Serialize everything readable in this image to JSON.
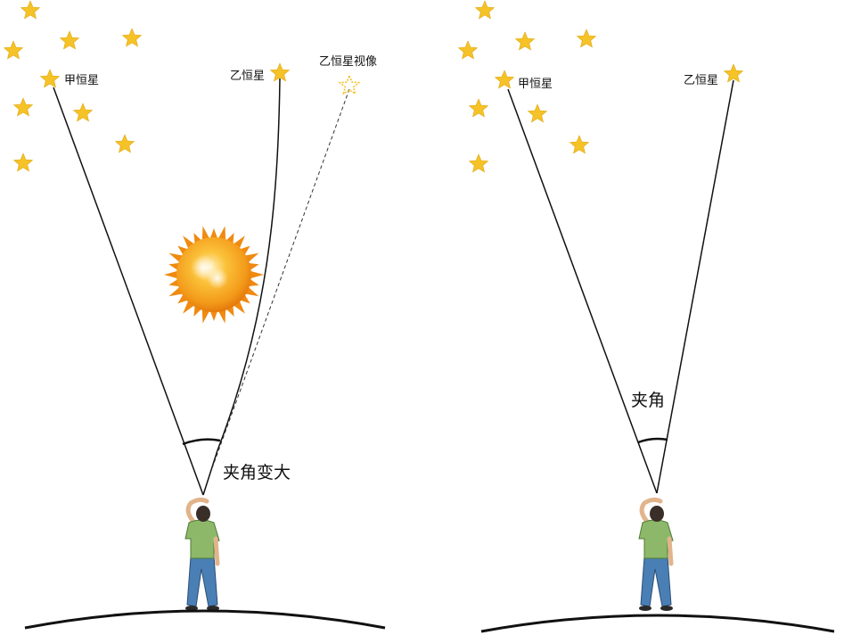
{
  "left_panel": {
    "star_a_label": "甲恒星",
    "star_b_label": "乙恒星",
    "star_b_image_label": "乙恒星视像",
    "angle_label": "夹角变大"
  },
  "right_panel": {
    "star_a_label": "甲恒星",
    "star_b_label": "乙恒星",
    "angle_label": "夹角"
  },
  "colors": {
    "star": "#F5C228",
    "star_stroke": "#E0A812",
    "sun_outer": "#F08A10",
    "sun_inner": "#FBC23A",
    "line": "#111111",
    "shirt": "#8DB86A",
    "jeans": "#4A7FB5",
    "skin": "#E2B48C",
    "hair": "#3A2E28"
  },
  "icons": [
    "star-icon",
    "sun-icon",
    "person-icon",
    "ground-arc"
  ]
}
